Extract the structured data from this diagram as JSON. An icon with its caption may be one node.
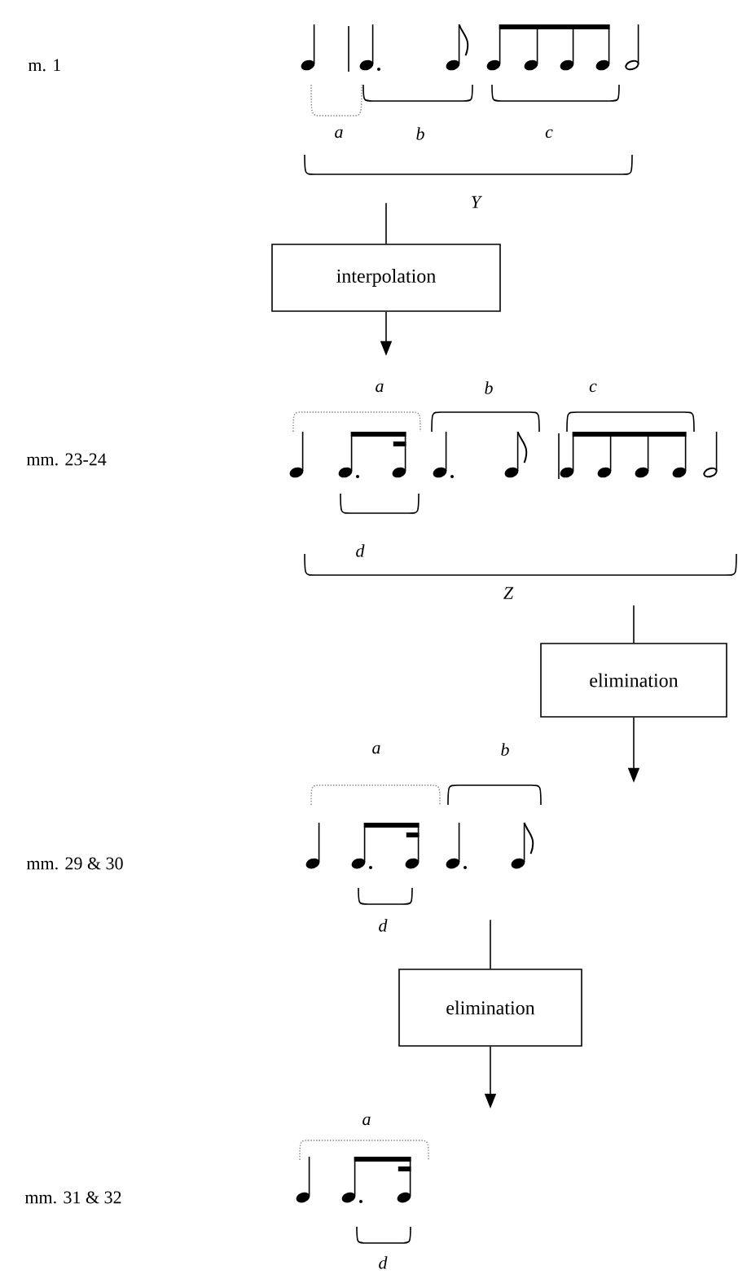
{
  "diagram": {
    "nodes": [
      {
        "text": [
          "interpolation"
        ]
      },
      {
        "text": [
          "elimination"
        ]
      },
      {
        "text": [
          "elimination"
        ]
      }
    ],
    "edges": [
      {
        "from": null,
        "to": 0,
        "arrow": "none"
      },
      {
        "from": 0,
        "to": null,
        "arrow": "to"
      },
      {
        "from": null,
        "to": 1,
        "arrow": "none"
      },
      {
        "from": 1,
        "to": null,
        "arrow": "to"
      },
      {
        "from": null,
        "to": 2,
        "arrow": "none"
      },
      {
        "from": 2,
        "to": null,
        "arrow": "to"
      }
    ],
    "labels": [
      "m. 1",
      "a",
      "b",
      "c",
      "Y",
      "a",
      "b",
      "c",
      "mm. 23-24",
      "d",
      "Z",
      "a",
      "b",
      "mm. 29 & 30",
      "d",
      "a",
      "mm. 31 & 32",
      "d"
    ]
  }
}
